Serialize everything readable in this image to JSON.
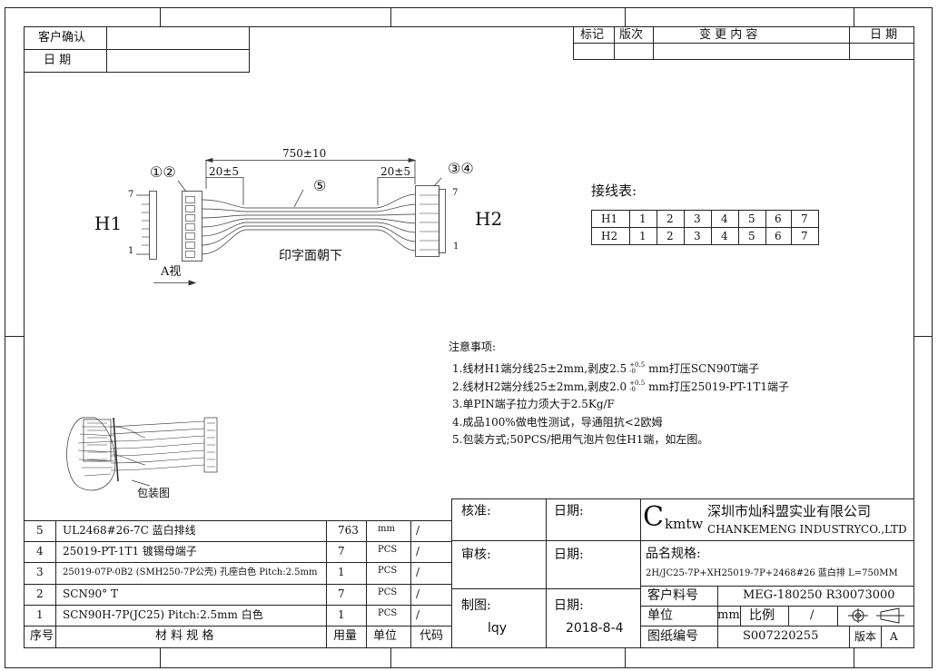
{
  "customer_box": {
    "confirm_label": "客户确认",
    "date_label": "日  期"
  },
  "revision_header": {
    "mark": "标记",
    "version": "版次",
    "change_content": "变   更   内   容",
    "date": "日  期"
  },
  "drawing": {
    "h1_label": "H1",
    "h2_label": "H2",
    "length_dim": "750±10",
    "strip_left": "20±5",
    "strip_right": "20±5",
    "callout_left": "①②",
    "callout_right": "③④",
    "callout_wire": "⑤",
    "pin_top_left": "7",
    "pin_bottom_left": "1",
    "pin_top_right": "7",
    "pin_bottom_right": "1",
    "print_face_note": "印字面朝下",
    "view_a": "A视",
    "packaging_label": "包装图"
  },
  "wiring_table": {
    "title": "接线表:",
    "rows": [
      {
        "name": "H1",
        "pins": [
          "1",
          "2",
          "3",
          "4",
          "5",
          "6",
          "7"
        ]
      },
      {
        "name": "H2",
        "pins": [
          "1",
          "2",
          "3",
          "4",
          "5",
          "6",
          "7"
        ]
      }
    ]
  },
  "notes": {
    "title": "注意事项:",
    "items": [
      {
        "pre": "1.线材H1端分线25±2mm,剥皮2.5",
        "tol_top": "+0.5",
        "tol_bottom": "-0",
        "post": "mm打压SCN90T端子"
      },
      {
        "pre": "2.线材H2端分线25±2mm,剥皮2.0",
        "tol_top": "+0.5",
        "tol_bottom": "-0",
        "post": "mm打压25019-PT-1T1端子"
      },
      {
        "pre": "3.单PIN端子拉力须大于2.5Kg/F",
        "tol_top": "",
        "tol_bottom": "",
        "post": ""
      },
      {
        "pre": "4.成品100%做电性测试，导通阻抗<2欧姆",
        "tol_top": "",
        "tol_bottom": "",
        "post": ""
      },
      {
        "pre": "5.包装方式;50PCS/把用气泡片包住H1端，如左图。",
        "tol_top": "",
        "tol_bottom": "",
        "post": ""
      }
    ]
  },
  "bom": {
    "header": {
      "no": "序号",
      "spec": "材 料 规 格",
      "qty": "用量",
      "unit": "单位",
      "code": "代码"
    },
    "rows": [
      {
        "no": "5",
        "spec": "UL2468#26-7C 蓝白排线",
        "qty": "763",
        "unit": "mm",
        "code": "/"
      },
      {
        "no": "4",
        "spec": "25019-PT-1T1 镀锡母端子",
        "qty": "7",
        "unit": "PCS",
        "code": "/"
      },
      {
        "no": "3",
        "spec": "25019-07P-0B2 (SMH250-7P公壳) 孔座白色 Pitch:2.5mm",
        "qty": "1",
        "unit": "PCS",
        "code": "/"
      },
      {
        "no": "2",
        "spec": "SCN90° T",
        "qty": "7",
        "unit": "PCS",
        "code": "/"
      },
      {
        "no": "1",
        "spec": "SCN90H-7P(JC25) Pitch:2.5mm 白色",
        "qty": "1",
        "unit": "PCS",
        "code": "/"
      }
    ]
  },
  "title_block": {
    "approve_label": "核准:",
    "approve_date_label": "日期:",
    "review_label": "审核:",
    "review_date_label": "日期:",
    "drawn_label": "制图:",
    "drawn_date_label": "日期:",
    "drawn_by": "lqy",
    "drawn_date": "2018-8-4",
    "logo_big": "C",
    "logo_small": "kmtw",
    "company_cn": "深圳市灿科盟实业有限公司",
    "company_en": "CHANKEMENG INDUSTRYCO.,LTD",
    "product_spec_label": "品名规格:",
    "product_spec": "2H/JC25-7P+XH25019-7P+2468#26 蓝白排 L=750MM",
    "customer_pn_label": "客户料号",
    "customer_pn": "MEG-180250 R30073000",
    "unit_label": "单位",
    "unit_value": "mm",
    "scale_label": "比例",
    "scale_value": "/",
    "drawing_no_label": "图纸编号",
    "drawing_no": "S007220255",
    "version_label": "版本",
    "version_value": "A"
  }
}
